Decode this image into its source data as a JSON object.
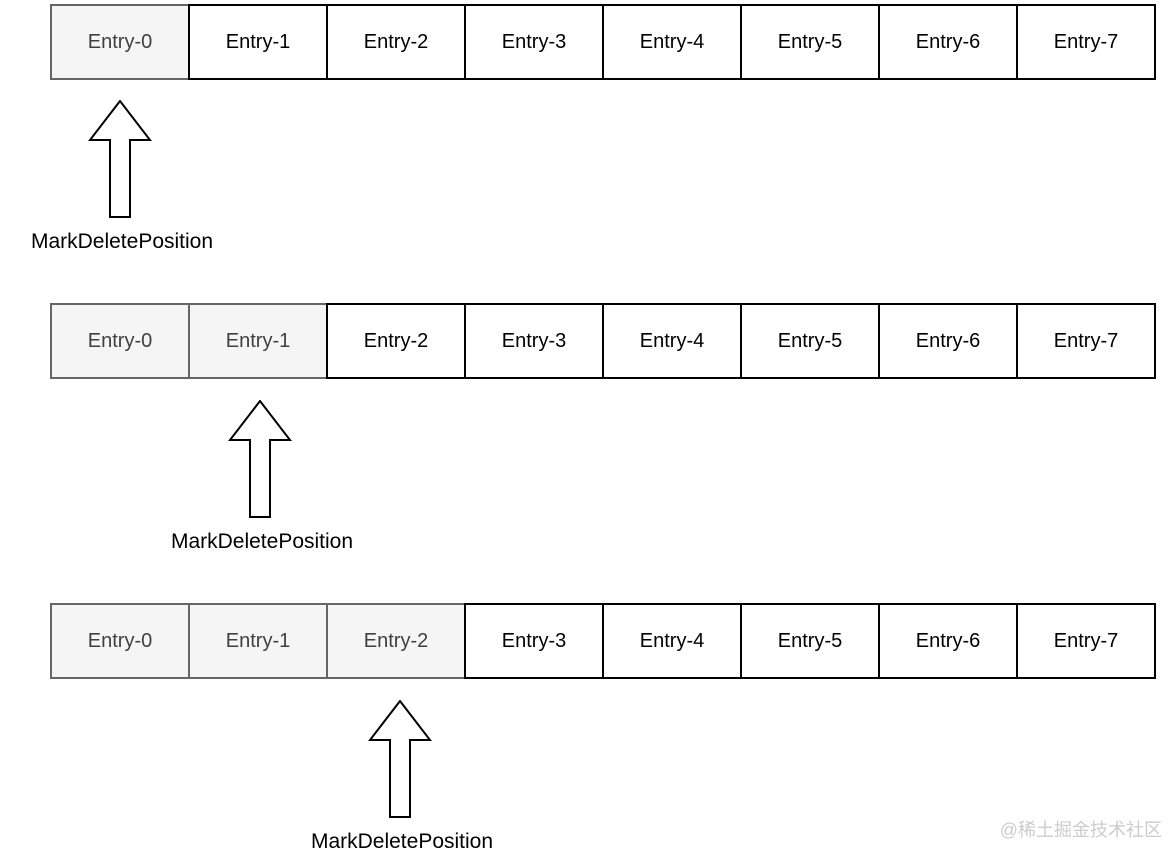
{
  "rows": [
    {
      "cells": [
        "Entry-0",
        "Entry-1",
        "Entry-2",
        "Entry-3",
        "Entry-4",
        "Entry-5",
        "Entry-6",
        "Entry-7"
      ],
      "highlighted_indices": [
        0
      ],
      "marker_index": 0,
      "marker_label": "MarkDeletePosition"
    },
    {
      "cells": [
        "Entry-0",
        "Entry-1",
        "Entry-2",
        "Entry-3",
        "Entry-4",
        "Entry-5",
        "Entry-6",
        "Entry-7"
      ],
      "highlighted_indices": [
        0,
        1
      ],
      "marker_index": 1,
      "marker_label": "MarkDeletePosition"
    },
    {
      "cells": [
        "Entry-0",
        "Entry-1",
        "Entry-2",
        "Entry-3",
        "Entry-4",
        "Entry-5",
        "Entry-6",
        "Entry-7"
      ],
      "highlighted_indices": [
        0,
        1,
        2
      ],
      "marker_index": 2,
      "marker_label": "MarkDeletePosition"
    }
  ],
  "watermark": "@稀土掘金技术社区",
  "colors": {
    "cell_border": "#000000",
    "highlight_background": "#f5f5f5",
    "highlight_border": "#666666",
    "highlight_text": "#404040",
    "watermark_text": "#cccccc"
  }
}
